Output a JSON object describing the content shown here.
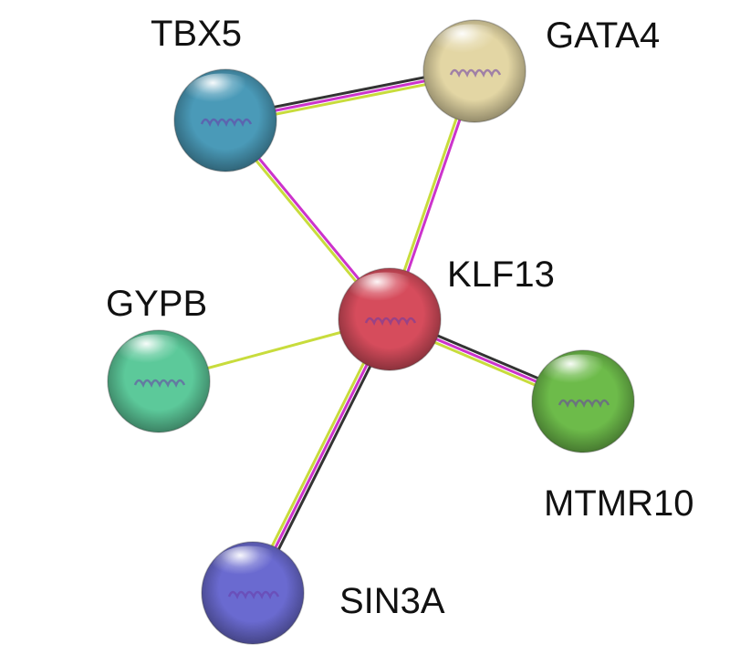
{
  "network": {
    "nodes": [
      {
        "id": "TBX5",
        "label": "TBX5",
        "color": "#4a9ab8"
      },
      {
        "id": "GATA4",
        "label": "GATA4",
        "color": "#e3d6a4"
      },
      {
        "id": "KLF13",
        "label": "KLF13",
        "color": "#d64c5c"
      },
      {
        "id": "GYPB",
        "label": "GYPB",
        "color": "#5cc99a"
      },
      {
        "id": "MTMR10",
        "label": "MTMR10",
        "color": "#6dbb4a"
      },
      {
        "id": "SIN3A",
        "label": "SIN3A",
        "color": "#6a6ad0"
      }
    ],
    "edges": [
      {
        "source": "TBX5",
        "target": "GATA4",
        "colors": [
          "#333333",
          "#cc33cc",
          "#c8dc3c"
        ]
      },
      {
        "source": "TBX5",
        "target": "KLF13",
        "colors": [
          "#cc33cc",
          "#c8dc3c"
        ]
      },
      {
        "source": "GATA4",
        "target": "KLF13",
        "colors": [
          "#cc33cc",
          "#c8dc3c"
        ]
      },
      {
        "source": "GYPB",
        "target": "KLF13",
        "colors": [
          "#c8dc3c"
        ]
      },
      {
        "source": "KLF13",
        "target": "MTMR10",
        "colors": [
          "#333333",
          "#cc33cc",
          "#c8dc3c"
        ]
      },
      {
        "source": "KLF13",
        "target": "SIN3A",
        "colors": [
          "#333333",
          "#cc33cc",
          "#c8dc3c"
        ]
      }
    ]
  }
}
